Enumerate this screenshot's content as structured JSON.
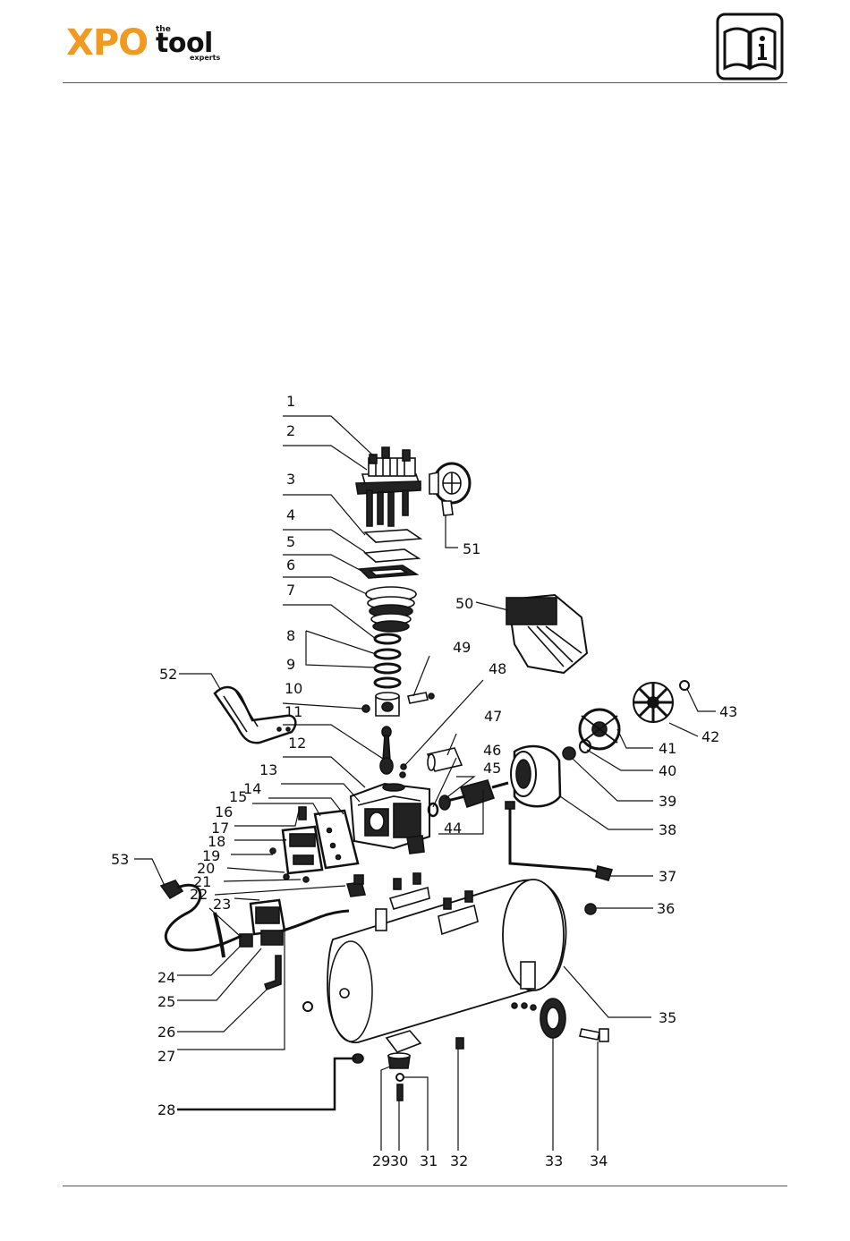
{
  "header": {
    "logo_main": "XPO",
    "logo_the": "the",
    "logo_tool": "tool",
    "logo_experts": "experts",
    "brand_color": "#f29a1f",
    "manual_icon": "info-manual-icon"
  },
  "parts": [
    "1",
    "2",
    "3",
    "4",
    "5",
    "6",
    "7",
    "8",
    "9",
    "10",
    "11",
    "12",
    "13",
    "14",
    "15",
    "16",
    "17",
    "18",
    "19",
    "20",
    "21",
    "22",
    "23",
    "24",
    "25",
    "26",
    "27",
    "28",
    "29",
    "30",
    "31",
    "32",
    "33",
    "34",
    "35",
    "36",
    "37",
    "38",
    "39",
    "40",
    "41",
    "42",
    "43",
    "44",
    "45",
    "46",
    "47",
    "48",
    "49",
    "50",
    "51",
    "52",
    "53"
  ]
}
